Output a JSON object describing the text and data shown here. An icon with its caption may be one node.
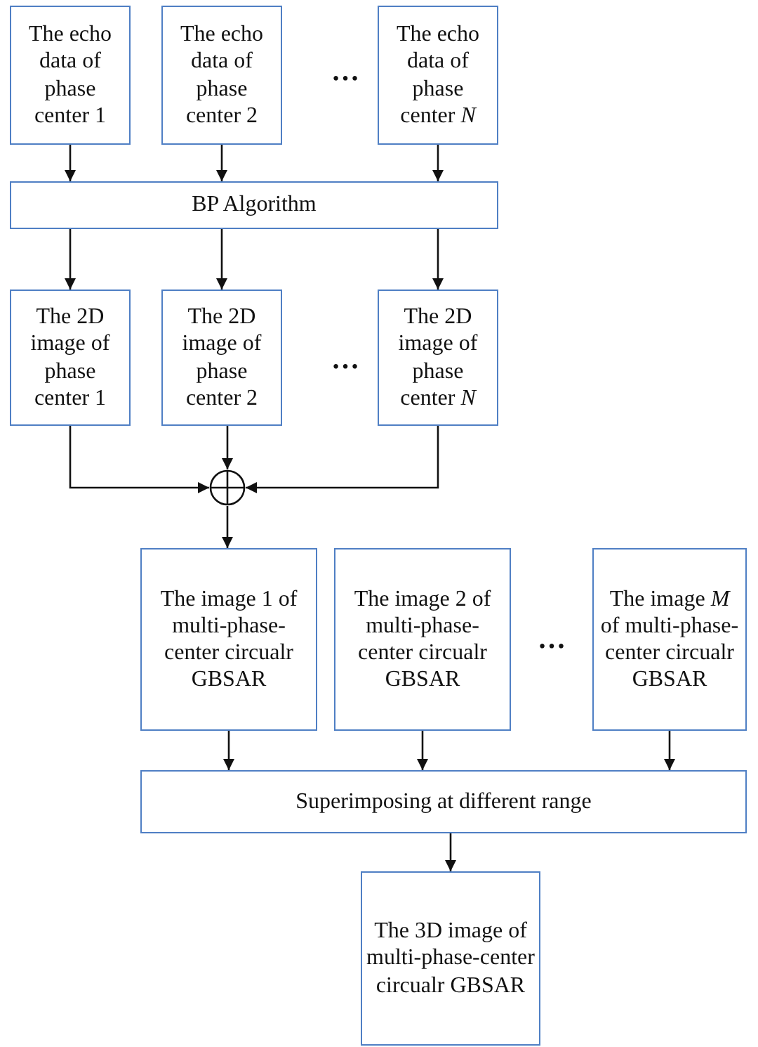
{
  "diagram": {
    "nodes": [
      {
        "text": [
          "The echo data of phase center 1"
        ]
      },
      {
        "text": [
          "The echo data of phase center 2"
        ]
      },
      {
        "text": [
          "The echo data of phase center *N*"
        ]
      },
      {
        "text": [
          "BP Algorithm"
        ]
      },
      {
        "text": [
          "The 2D image of phase center 1"
        ]
      },
      {
        "text": [
          "The 2D image of phase center 2"
        ]
      },
      {
        "text": [
          "The 2D image of phase center *N*"
        ]
      },
      {
        "text": [],
        "shape": "circle"
      },
      {
        "text": [
          "The image 1 of multi-phase-center circualr GBSAR"
        ]
      },
      {
        "text": [
          "The image 2 of multi-phase-center circualr GBSAR"
        ]
      },
      {
        "text": [
          "The image *M* of multi-phase-center circualr GBSAR"
        ]
      },
      {
        "text": [
          "Superimposing  at different range"
        ]
      },
      {
        "text": [
          "The 3D image of multi-phase-center circualr GBSAR"
        ]
      }
    ],
    "edges": [
      {
        "from": 0,
        "to": 3,
        "arrow": "to"
      },
      {
        "from": 1,
        "to": 3,
        "arrow": "to"
      },
      {
        "from": 2,
        "to": 3,
        "arrow": "to"
      },
      {
        "from": 3,
        "to": 4,
        "arrow": "to"
      },
      {
        "from": 3,
        "to": 5,
        "arrow": "to"
      },
      {
        "from": 3,
        "to": 6,
        "arrow": "to"
      },
      {
        "from": 4,
        "to": 7,
        "arrow": "to"
      },
      {
        "from": 5,
        "to": 7,
        "arrow": "to"
      },
      {
        "from": 6,
        "to": 7,
        "arrow": "to"
      },
      {
        "from": 7,
        "to": 8,
        "arrow": "to"
      },
      {
        "from": 8,
        "to": 11,
        "arrow": "to"
      },
      {
        "from": 9,
        "to": 11,
        "arrow": "to"
      },
      {
        "from": 10,
        "to": 11,
        "arrow": "to"
      },
      {
        "from": 11,
        "to": 12,
        "arrow": "to"
      }
    ],
    "labels": [
      "…",
      "…",
      "…"
    ]
  }
}
